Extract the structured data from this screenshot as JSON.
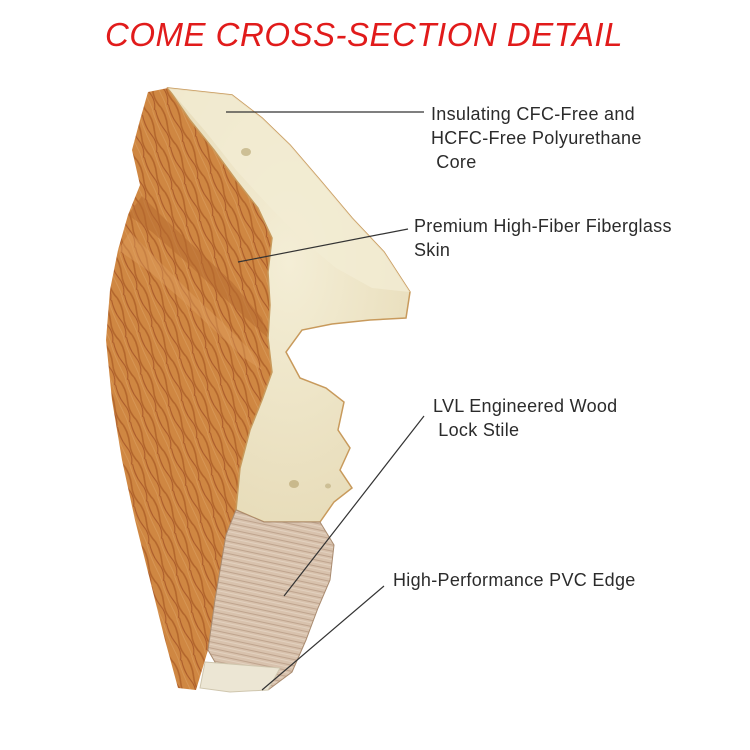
{
  "title": "COME CROSS-SECTION DETAIL",
  "colors": {
    "title": "#e11b1b",
    "label_text": "#2b2b2b",
    "leader_line": "#333333",
    "wood_skin": "#c9803e",
    "wood_grain": "#a8602a",
    "foam_core": "#efe7c9",
    "lvl_stile": "#d9c4b0",
    "pvc_edge": "#ece6d4"
  },
  "callouts": {
    "core": "Insulating CFC-Free and\nHCFC-Free Polyurethane\n Core",
    "skin": "Premium High-Fiber Fiberglass\nSkin",
    "lvl": "LVL Engineered Wood\n Lock Stile",
    "pvc": "High-Performance PVC Edge"
  }
}
